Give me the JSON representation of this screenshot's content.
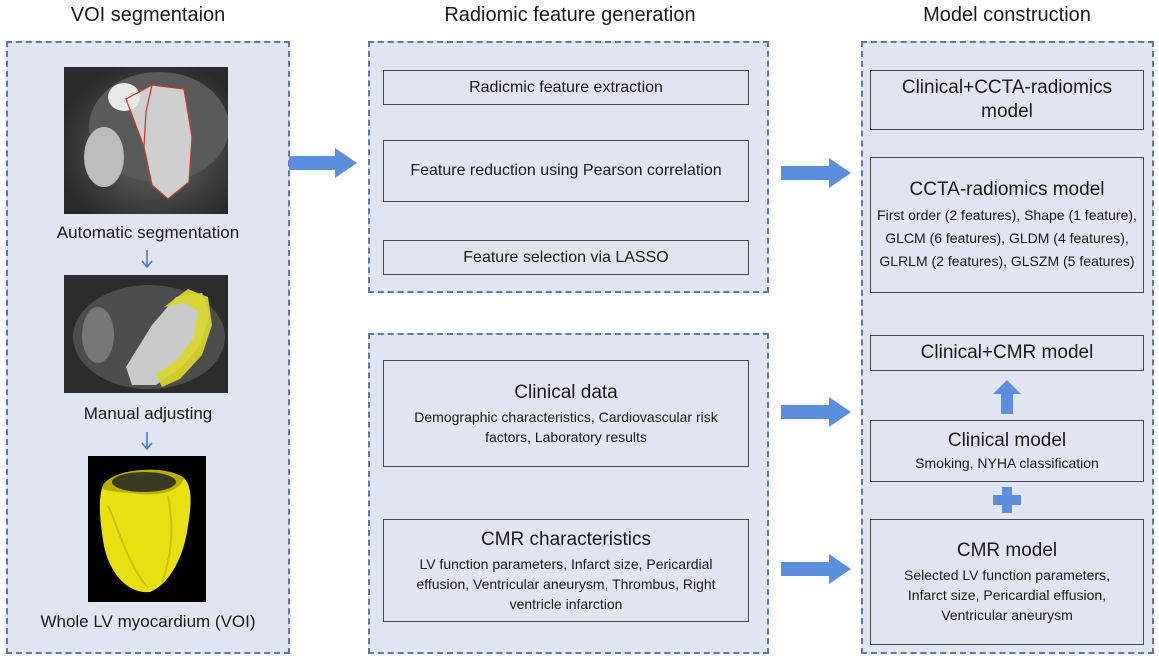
{
  "columns": {
    "voi": "VOI segmentaion",
    "radiomic": "Radiomic feature generation",
    "model": "Model construction"
  },
  "voi_panel": {
    "step1": "Automatic segmentation",
    "step2": "Manual adjusting",
    "step3": "Whole LV myocardium (VOI)"
  },
  "radiomic_panel": {
    "extraction": "Radicmic feature extraction",
    "reduction": "Feature reduction using Pearson correlation",
    "selection": "Feature selection via LASSO"
  },
  "clinical_panel": {
    "clinical_title": "Clinical data",
    "clinical_text": "Demographic characteristics, Cardiovascular risk factors, Laboratory results",
    "cmr_title": "CMR characteristics",
    "cmr_text": "LV function parameters, Infarct size, Pericardial effusion, Ventricular aneurysm, Thrombus,  Right ventricle infarction"
  },
  "model_panel": {
    "combined_ccta": "Clinical+CCTA-radiomics model",
    "ccta_title": "CCTA-radiomics model",
    "ccta_text": "First order (2 features), Shape (1 feature), GLCM (6 features), GLDM (4 features), GLRLM (2 features), GLSZM (5 features)",
    "combined_cmr": "Clinical+CMR model",
    "clinical_title": "Clinical model",
    "clinical_text": "Smoking, NYHA classification",
    "cmr_title": "CMR model",
    "cmr_text": "Selected LV function parameters, Infarct size, Pericardial effusion,  Ventricular aneurysm"
  },
  "colors": {
    "panel_fill": "#e1e4f1",
    "panel_border": "#5b77b6",
    "arrow": "#5b8fde"
  }
}
